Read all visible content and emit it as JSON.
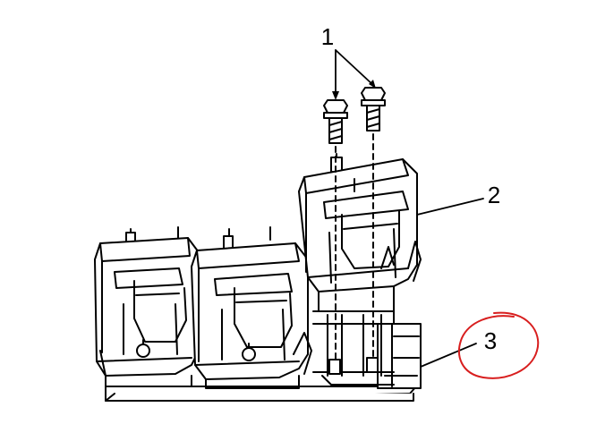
{
  "callouts": [
    {
      "id": "1",
      "text": "1"
    },
    {
      "id": "2",
      "text": "2"
    },
    {
      "id": "3",
      "text": "3"
    }
  ],
  "colors": {
    "line": "#000000",
    "highlight_circle": "#d81e1e",
    "background": "#ffffff"
  }
}
